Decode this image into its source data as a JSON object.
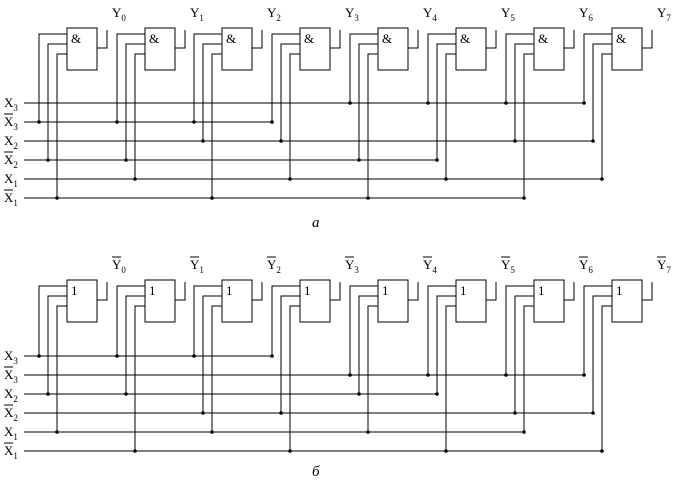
{
  "diagrams": [
    {
      "caption": "а",
      "gate_symbol": "&",
      "outputs_inverted": false,
      "outputs": [
        {
          "base": "Y",
          "sub": "0"
        },
        {
          "base": "Y",
          "sub": "1"
        },
        {
          "base": "Y",
          "sub": "2"
        },
        {
          "base": "Y",
          "sub": "3"
        },
        {
          "base": "Y",
          "sub": "4"
        },
        {
          "base": "Y",
          "sub": "5"
        },
        {
          "base": "Y",
          "sub": "6"
        },
        {
          "base": "Y",
          "sub": "7"
        }
      ],
      "inputs": [
        {
          "base": "X",
          "sub": "3",
          "bar": false
        },
        {
          "base": "X",
          "sub": "3",
          "bar": true
        },
        {
          "base": "X",
          "sub": "2",
          "bar": false
        },
        {
          "base": "X",
          "sub": "2",
          "bar": true
        },
        {
          "base": "X",
          "sub": "1",
          "bar": false
        },
        {
          "base": "X",
          "sub": "1",
          "bar": true
        }
      ],
      "gate_inputs": [
        [
          "X3bar",
          "X2bar",
          "X1bar"
        ],
        [
          "X3bar",
          "X2bar",
          "X1"
        ],
        [
          "X3bar",
          "X2",
          "X1bar"
        ],
        [
          "X3bar",
          "X2",
          "X1"
        ],
        [
          "X3",
          "X2bar",
          "X1bar"
        ],
        [
          "X3",
          "X2bar",
          "X1"
        ],
        [
          "X3",
          "X2",
          "X1bar"
        ],
        [
          "X3",
          "X2",
          "X1"
        ]
      ]
    },
    {
      "caption": "б",
      "gate_symbol": "1",
      "outputs_inverted": true,
      "outputs": [
        {
          "base": "Y",
          "sub": "0"
        },
        {
          "base": "Y",
          "sub": "1"
        },
        {
          "base": "Y",
          "sub": "2"
        },
        {
          "base": "Y",
          "sub": "3"
        },
        {
          "base": "Y",
          "sub": "4"
        },
        {
          "base": "Y",
          "sub": "5"
        },
        {
          "base": "Y",
          "sub": "6"
        },
        {
          "base": "Y",
          "sub": "7"
        }
      ],
      "inputs": [
        {
          "base": "X",
          "sub": "3",
          "bar": false
        },
        {
          "base": "X",
          "sub": "3",
          "bar": true
        },
        {
          "base": "X",
          "sub": "2",
          "bar": false
        },
        {
          "base": "X",
          "sub": "2",
          "bar": true
        },
        {
          "base": "X",
          "sub": "1",
          "bar": false
        },
        {
          "base": "X",
          "sub": "1",
          "bar": true
        }
      ],
      "gate_inputs": [
        [
          "X3",
          "X2",
          "X1"
        ],
        [
          "X3",
          "X2",
          "X1bar"
        ],
        [
          "X3",
          "X2bar",
          "X1"
        ],
        [
          "X3",
          "X2bar",
          "X1bar"
        ],
        [
          "X3bar",
          "X2",
          "X1"
        ],
        [
          "X3bar",
          "X2",
          "X1bar"
        ],
        [
          "X3bar",
          "X2bar",
          "X1"
        ],
        [
          "X3bar",
          "X2bar",
          "X1bar"
        ]
      ]
    }
  ]
}
